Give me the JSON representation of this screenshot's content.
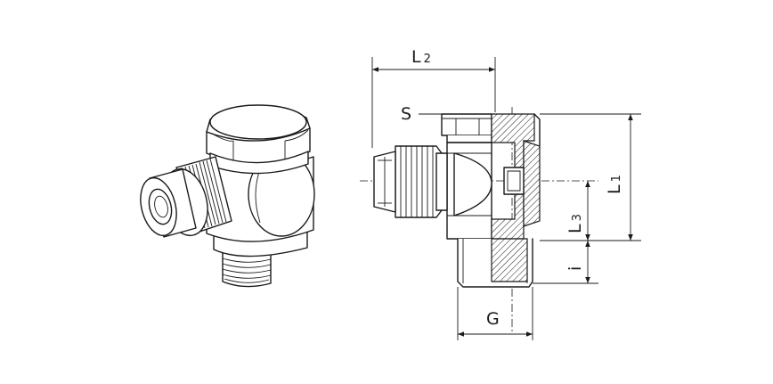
{
  "labels": {
    "L2": {
      "main": "L",
      "sub": "2"
    },
    "S": {
      "main": "S"
    },
    "L1": {
      "main": "L",
      "sub": "1"
    },
    "L3": {
      "main": "L",
      "sub": "3"
    },
    "i": {
      "main": "i"
    },
    "G": {
      "main": "G"
    }
  },
  "colors": {
    "line": "#1a1a1a",
    "background": "#ffffff"
  }
}
